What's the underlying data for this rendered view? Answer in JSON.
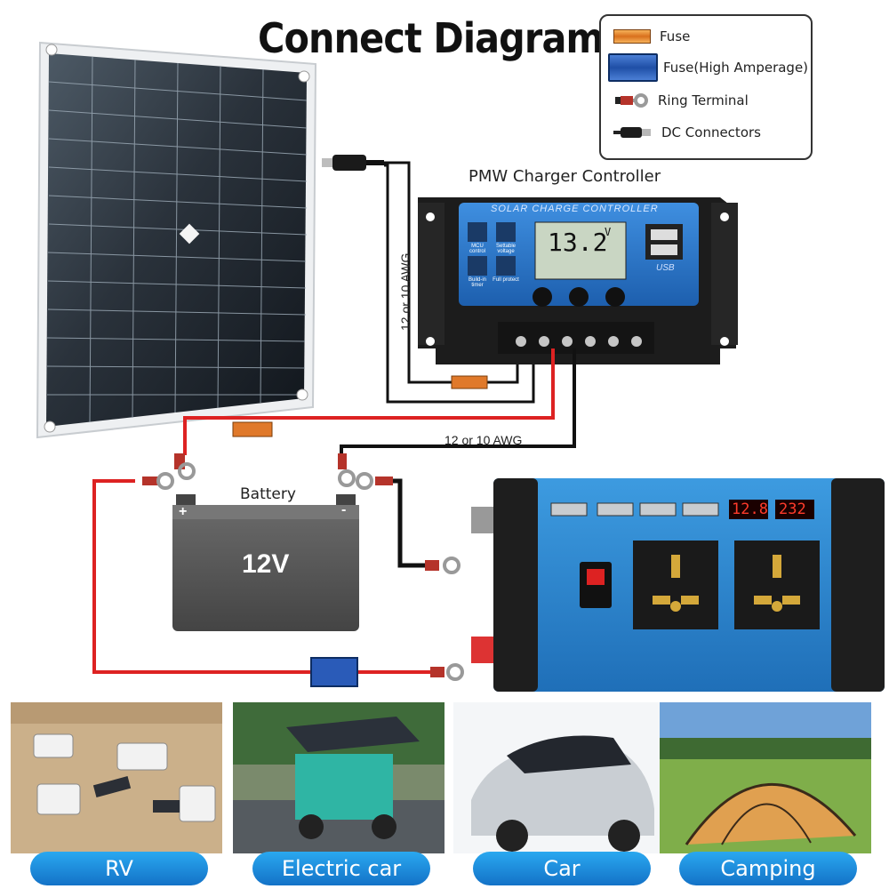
{
  "title": "Connect Diagram",
  "legend": [
    {
      "label": "Fuse",
      "icon": "fuse-icon",
      "color": "#e0792a"
    },
    {
      "label": "Fuse(High Amperage)",
      "icon": "high-amperage-fuse-icon",
      "color": "#2a5bb8"
    },
    {
      "label": "Ring Terminal",
      "icon": "ring-terminal-icon",
      "color": "#b5332a"
    },
    {
      "label": "DC  Connectors",
      "icon": "dc-connector-icon",
      "color": "#222222"
    }
  ],
  "controller": {
    "caption": "PMW Charger Controller",
    "panel_title": "SOLAR CHARGE CONTROLLER",
    "display_value": "13.2",
    "display_unit": "V",
    "feature_labels": [
      "MCU control",
      "Settable voltage",
      "Build-in timer",
      "Full protect"
    ],
    "usb_label": "USB"
  },
  "wire_gauge_vertical": "12 or 10 AWG",
  "wire_gauge_horizontal": "12 or 10 AWG",
  "battery": {
    "label": "Battery",
    "voltage": "12V",
    "plus": "+",
    "minus": "-"
  },
  "inverter": {
    "display_left": "12.8",
    "display_right": "232"
  },
  "applications": [
    "RV",
    "Electric car",
    "Car",
    "Camping"
  ]
}
